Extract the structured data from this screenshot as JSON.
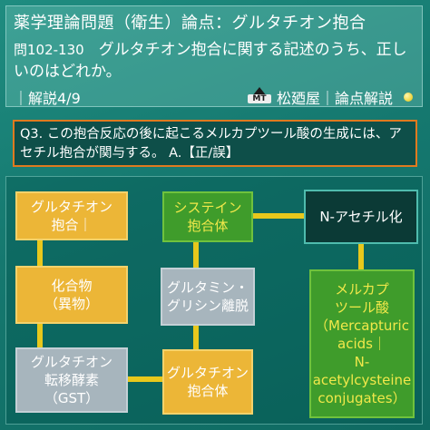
{
  "header": {
    "title": "薬学理論問題（衛生）論点：グルタチオン抱合",
    "question_range": "問102-130",
    "question_text": "グルタチオン抱合に関する記述のうち、正しいのはどれか。",
    "pager": "｜解説4/9",
    "logo_text": "MT",
    "brand": "松廼屋｜論点解説"
  },
  "question": {
    "text": "Q3. この抱合反応の後に起こるメルカプツール酸の生成には、アセチル抱合が関与する。 A.【正/誤】"
  },
  "diagram": {
    "boxes": {
      "glutathione_conj": "グルタチオン\n抱合｜",
      "cysteine_conj": "システイン\n抱合体",
      "n_acetyl": "N-アセチル化",
      "xenobiotic": "化合物\n（異物）",
      "glu_gly_removal": "グルタミン・\nグリシン離脱",
      "mercapturic": "メルカプ\nツール酸\n（Mercapturic\nacids｜\nN-\nacetylcysteine\nconjugates）",
      "gst": "グルタチオン\n転移酵素\n（GST）",
      "glutathione_conjugate": "グルタチオン\n抱合体"
    },
    "colors": {
      "orange": "#ecb637",
      "green": "#3f9c2b",
      "gray": "#a7b5bd",
      "connector": "#e8c81c",
      "question_border": "#e07a1f"
    }
  }
}
